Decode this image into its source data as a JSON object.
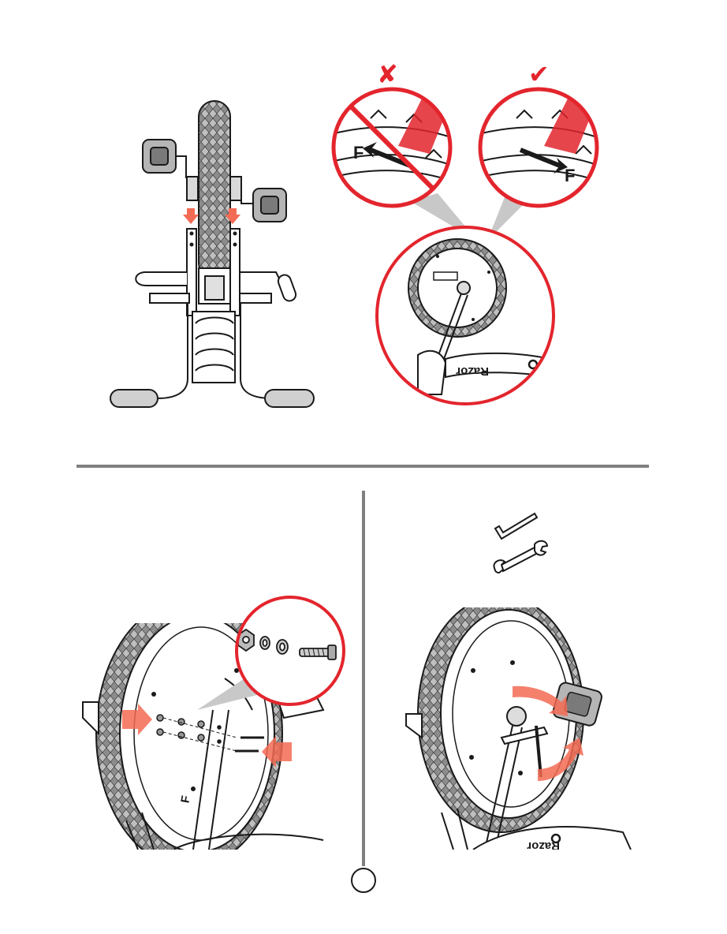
{
  "colors": {
    "accent_red": "#e3252d",
    "arrow_orange": "#f36b54",
    "line": "#1a1a1a",
    "divider": "#808080",
    "wheel_shade": "#c8c8c8"
  },
  "top_section": {
    "wrong_mark": "✘",
    "right_mark": "✔",
    "wrong_direction_letter": "F",
    "right_direction_letter": "F",
    "brand_logo_text": "Razor"
  },
  "bottom_left": {
    "hub_letter": "F"
  },
  "bottom_right": {
    "tools": [
      "hex-key-icon",
      "open-wrench-icon"
    ],
    "brand_logo_text": "Razor"
  },
  "page_number": ""
}
